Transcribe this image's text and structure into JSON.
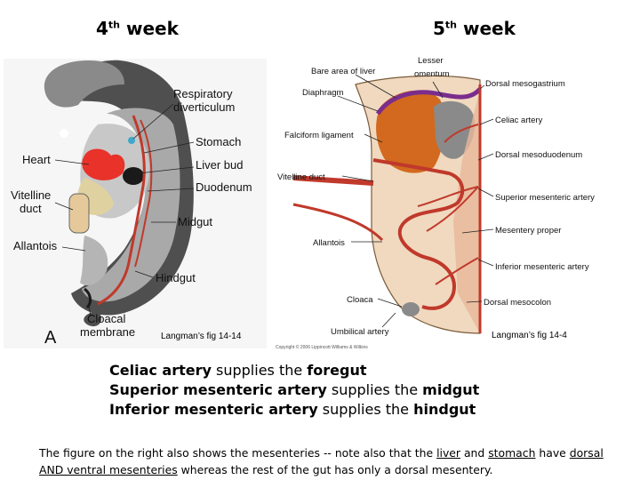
{
  "headings": {
    "left": {
      "num": "4",
      "sup": "th",
      "word": "week"
    },
    "right": {
      "num": "5",
      "sup": "th",
      "word": "week"
    }
  },
  "left_figure": {
    "panel_letter": "A",
    "labels": {
      "respiratory": "Respiratory",
      "diverticulum": "diverticulum",
      "stomach": "Stomach",
      "heart": "Heart",
      "liver_bud": "Liver bud",
      "duodenum": "Duodenum",
      "vitelline": "Vitelline",
      "duct": "duct",
      "midgut": "Midgut",
      "allantois": "Allantois",
      "hindgut": "Hindgut",
      "cloacal": "Cloacal",
      "membrane": "membrane"
    },
    "caption": "Langman’s fig 14-14"
  },
  "right_figure": {
    "labels": {
      "bare_area": "Bare area of liver",
      "lesser": "Lesser",
      "omentum": "omentum",
      "diaphragm": "Diaphragm",
      "dorsal_mesogastrium": "Dorsal mesogastrium",
      "celiac_artery": "Celiac artery",
      "falciform": "Falciform ligament",
      "dorsal_mesoduodenum": "Dorsal mesoduodenum",
      "vitelline_duct": "Vitelline duct",
      "superior_mesenteric": "Superior mesenteric artery",
      "mesentery_proper": "Mesentery proper",
      "allantois": "Allantois",
      "inferior_mesenteric": "Inferior mesenteric artery",
      "cloaca": "Cloaca",
      "dorsal_mesocolon": "Dorsal mesocolon",
      "umbilical_artery": "Umbilical artery"
    },
    "caption": "Langman’s fig 14-4",
    "copyright": "Copyright © 2006 Lippincott Williams & Wilkins"
  },
  "supply": [
    {
      "bold1": "Celiac artery",
      "plain": " supplies the ",
      "bold2": "foregut"
    },
    {
      "bold1": "Superior mesenteric artery",
      "plain": " supplies the ",
      "bold2": "midgut"
    },
    {
      "bold1": "Inferior mesenteric artery",
      "plain": " supplies the ",
      "bold2": "hindgut"
    }
  ],
  "note": {
    "part1": "The figure on the right also shows the mesenteries -- note also that the ",
    "liver": "liver",
    "and": " and ",
    "stomach": "stomach",
    "part2": " have ",
    "dorsal_ventral": "dorsal AND ventral mesenteries",
    "part3": " whereas the rest of the gut has only a dorsal mesentery."
  },
  "colors": {
    "gut_red": "#c0392b",
    "heart_red": "#e8322a",
    "embryo_dark": "#4a4a4a",
    "liver_orange": "#d2691e",
    "mesentery_purple": "#7b2d8e",
    "body_wall": "#e8c9a8"
  }
}
